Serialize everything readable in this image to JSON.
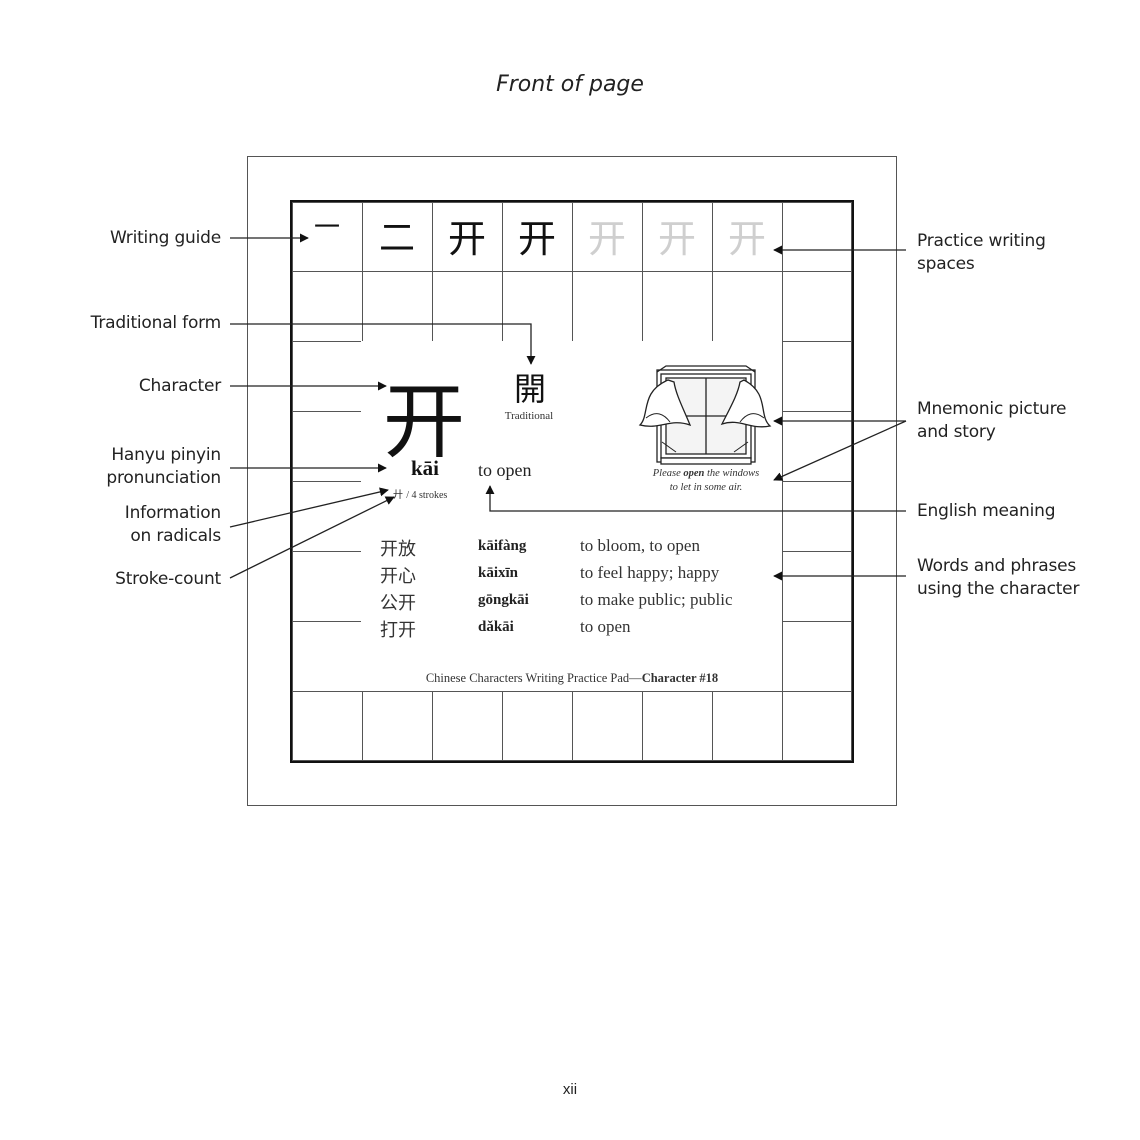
{
  "page_title": "Front of page",
  "page_number": "xii",
  "practice_guide": [
    "一",
    "二",
    "开",
    "开",
    "开",
    "开",
    "开"
  ],
  "card": {
    "character": "开",
    "traditional": "開",
    "traditional_label": "Traditional",
    "pinyin": "kāi",
    "meaning": "to open",
    "radical": "廾",
    "strokes": "/ 4 strokes",
    "mnemonic_line1_pre": "Please ",
    "mnemonic_line1_bold": "open",
    "mnemonic_line1_post": " the windows",
    "mnemonic_line2": "to let in some air.",
    "words": [
      {
        "chars": "开放",
        "pinyin": "kāifàng",
        "english": "to bloom, to open"
      },
      {
        "chars": "开心",
        "pinyin": "kāixīn",
        "english": "to feel happy; happy"
      },
      {
        "chars": "公开",
        "pinyin": "gōngkāi",
        "english": "to make public; public"
      },
      {
        "chars": "打开",
        "pinyin": "dǎkāi",
        "english": "to open"
      }
    ],
    "footer_text": "Chinese Characters Writing Practice Pad—",
    "footer_bold": "Character #18"
  },
  "labels": {
    "writing_guide": "Writing guide",
    "traditional_form": "Traditional form",
    "character": "Character",
    "pinyin_l1": "Hanyu pinyin",
    "pinyin_l2": "pronunciation",
    "radicals_l1": "Information",
    "radicals_l2": "on radicals",
    "stroke_count": "Stroke-count",
    "practice_l1": "Practice writing",
    "practice_l2": "spaces",
    "mnemonic_l1": "Mnemonic picture",
    "mnemonic_l2": "and story",
    "english_meaning": "English meaning",
    "words_l1": "Words and phrases",
    "words_l2": "using the character"
  }
}
